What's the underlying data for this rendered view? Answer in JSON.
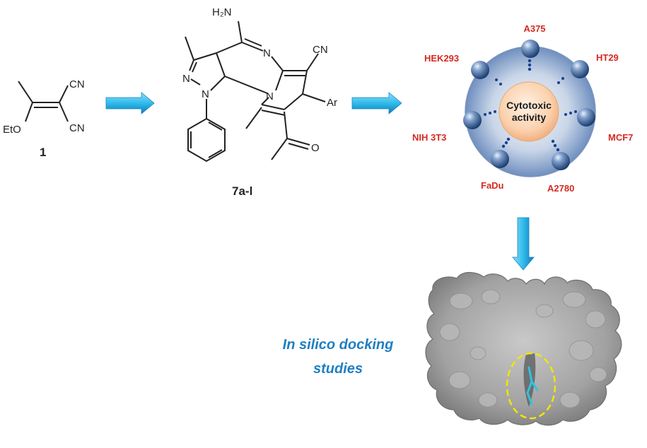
{
  "compound1": {
    "label": "1",
    "substituent_eto": "EtO",
    "substituent_cn_top": "CN",
    "substituent_cn_bottom": "CN"
  },
  "compound7": {
    "label": "7a-l",
    "amine": "H₂N",
    "n_ring": "N",
    "n_pyrazole_2": "N",
    "n_pyrazole_1": "N",
    "n_bridge": "N",
    "cyano": "CN",
    "aryl": "Ar",
    "carbonyl_o": "O"
  },
  "assay": {
    "center_line1": "Cytotoxic",
    "center_line2": "activity",
    "cell_lines": [
      "A375",
      "HT29",
      "MCF7",
      "A2780",
      "FaDu",
      "NIH 3T3",
      "HEK293"
    ]
  },
  "docking": {
    "line1": "In silico docking",
    "line2": "studies"
  },
  "colors": {
    "arrow": "#29b6e8",
    "cell_label": "#d42a22",
    "docking_text": "#1f7fc2",
    "protein": "#9a9a9a",
    "highlight": "#f2e600"
  }
}
